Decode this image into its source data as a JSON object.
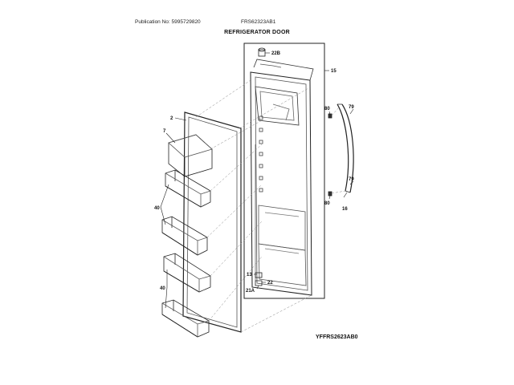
{
  "header": {
    "publication": "Publication No: 5995729820",
    "model": "FRS62323AB1"
  },
  "title": "REFRIGERATOR DOOR",
  "drawing_code": "YFFRS2623AB0",
  "callouts": {
    "c22b": "22B",
    "c15": "15",
    "c2": "2",
    "c7": "7",
    "c79a": "79",
    "c80a": "80",
    "c40a": "40",
    "c79b": "79",
    "c80b": "80",
    "c16": "16",
    "c13": "13",
    "c22": "22",
    "c21a": "21A",
    "c40b": "40"
  }
}
